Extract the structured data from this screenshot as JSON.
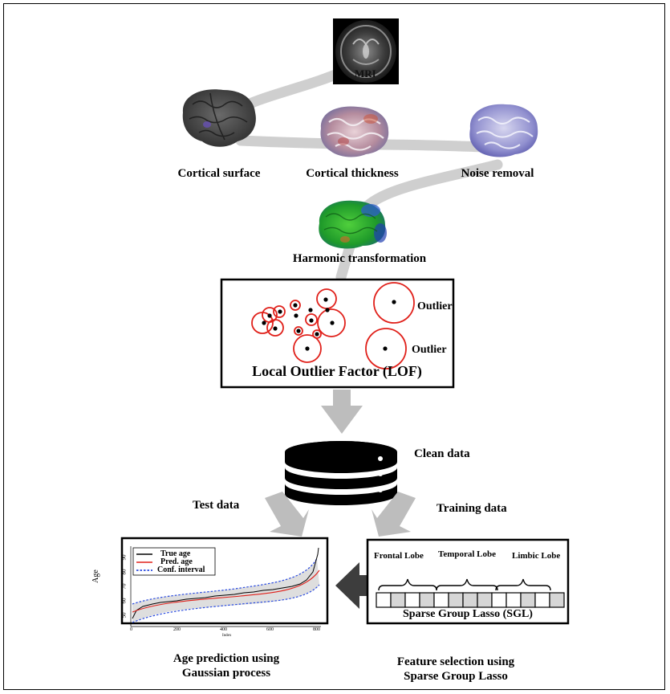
{
  "pipeline": {
    "mri_label": "MRI",
    "cortical_surface": "Cortical surface",
    "cortical_thickness": "Cortical thickness",
    "noise_removal": "Noise removal",
    "harmonic_transformation": "Harmonic transformation"
  },
  "lof": {
    "title": "Local Outlier Factor (LOF)",
    "outlier_label_1": "Outlier",
    "outlier_label_2": "Outlier"
  },
  "database": {
    "label": "Clean data"
  },
  "split": {
    "test_label": "Test data",
    "training_label": "Training data"
  },
  "plot": {
    "ylabel": "Age",
    "xlabel": "Index",
    "legend": [
      "True age",
      "Pred. age",
      "Conf. interval"
    ],
    "yticks": [
      "50",
      "60",
      "70",
      "80",
      "90"
    ],
    "xticks": [
      "0",
      "200",
      "400",
      "600",
      "800"
    ]
  },
  "sgl": {
    "frontal": "Frontal Lobe",
    "temporal": "Temporal Lobe",
    "limbic": "Limbic Lobe",
    "title": "Sparse Group Lasso (SGL)"
  },
  "captions": {
    "age_line1": "Age prediction using",
    "age_line2": "Gaussian process",
    "feat_line1": "Feature selection using",
    "feat_line2": "Sparse Group Lasso"
  },
  "colors": {
    "red": "#e0201a",
    "blue": "#2a4be0",
    "gray_arrow": "#bdbdbd",
    "dark_arrow": "#3d3d3d"
  }
}
